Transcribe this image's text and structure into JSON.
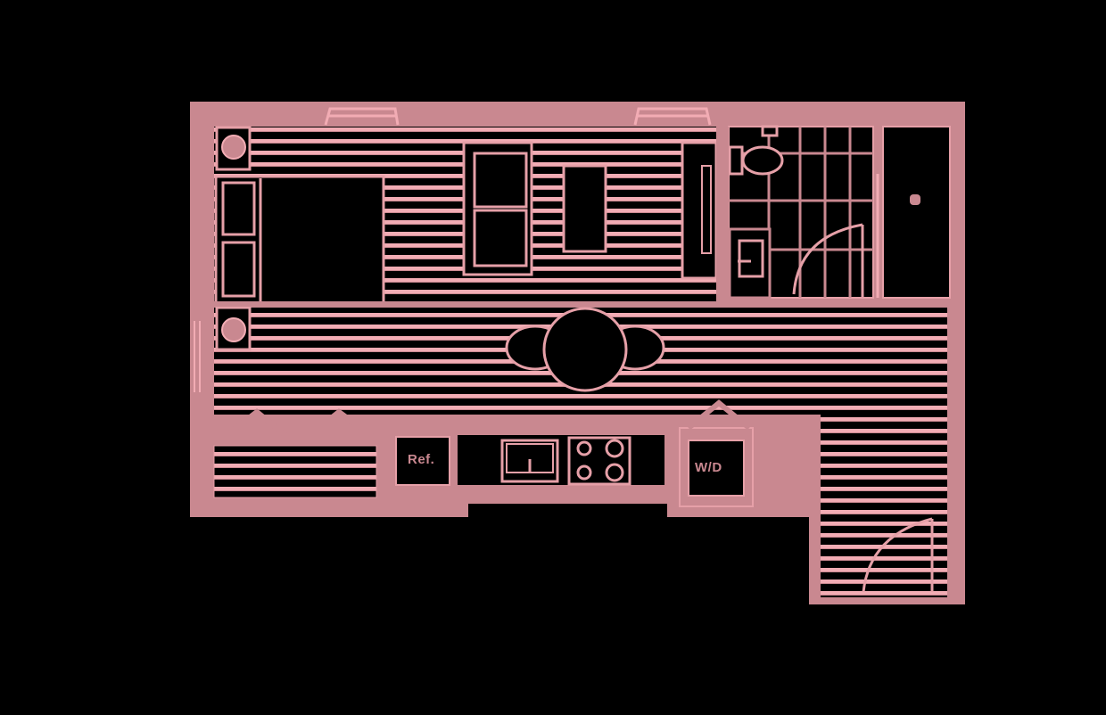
{
  "plan": {
    "type": "floor-plan",
    "style": "line-art on black",
    "colors": {
      "background": "#000000",
      "wall": "#c98890",
      "floor_stripe": "#f2acb4",
      "outline": "#e6a0a8"
    },
    "rooms": [
      {
        "name": "living-sleeping-area"
      },
      {
        "name": "dining-area"
      },
      {
        "name": "kitchen"
      },
      {
        "name": "bathroom"
      },
      {
        "name": "closet"
      },
      {
        "name": "entry-hall"
      }
    ],
    "labels": {
      "refrigerator": "Ref.",
      "washer_dryer": "W/D"
    },
    "fixtures": [
      "bed",
      "nightstand-top",
      "nightstand-bottom",
      "sofa",
      "coffee-table",
      "tv-console",
      "toilet",
      "bathroom-sink",
      "shower-door",
      "dining-table",
      "dining-chair-left",
      "dining-chair-right",
      "kitchen-sink",
      "cooktop",
      "refrigerator",
      "washer-dryer",
      "entry-door",
      "bathroom-door",
      "window-left",
      "window-right"
    ]
  }
}
